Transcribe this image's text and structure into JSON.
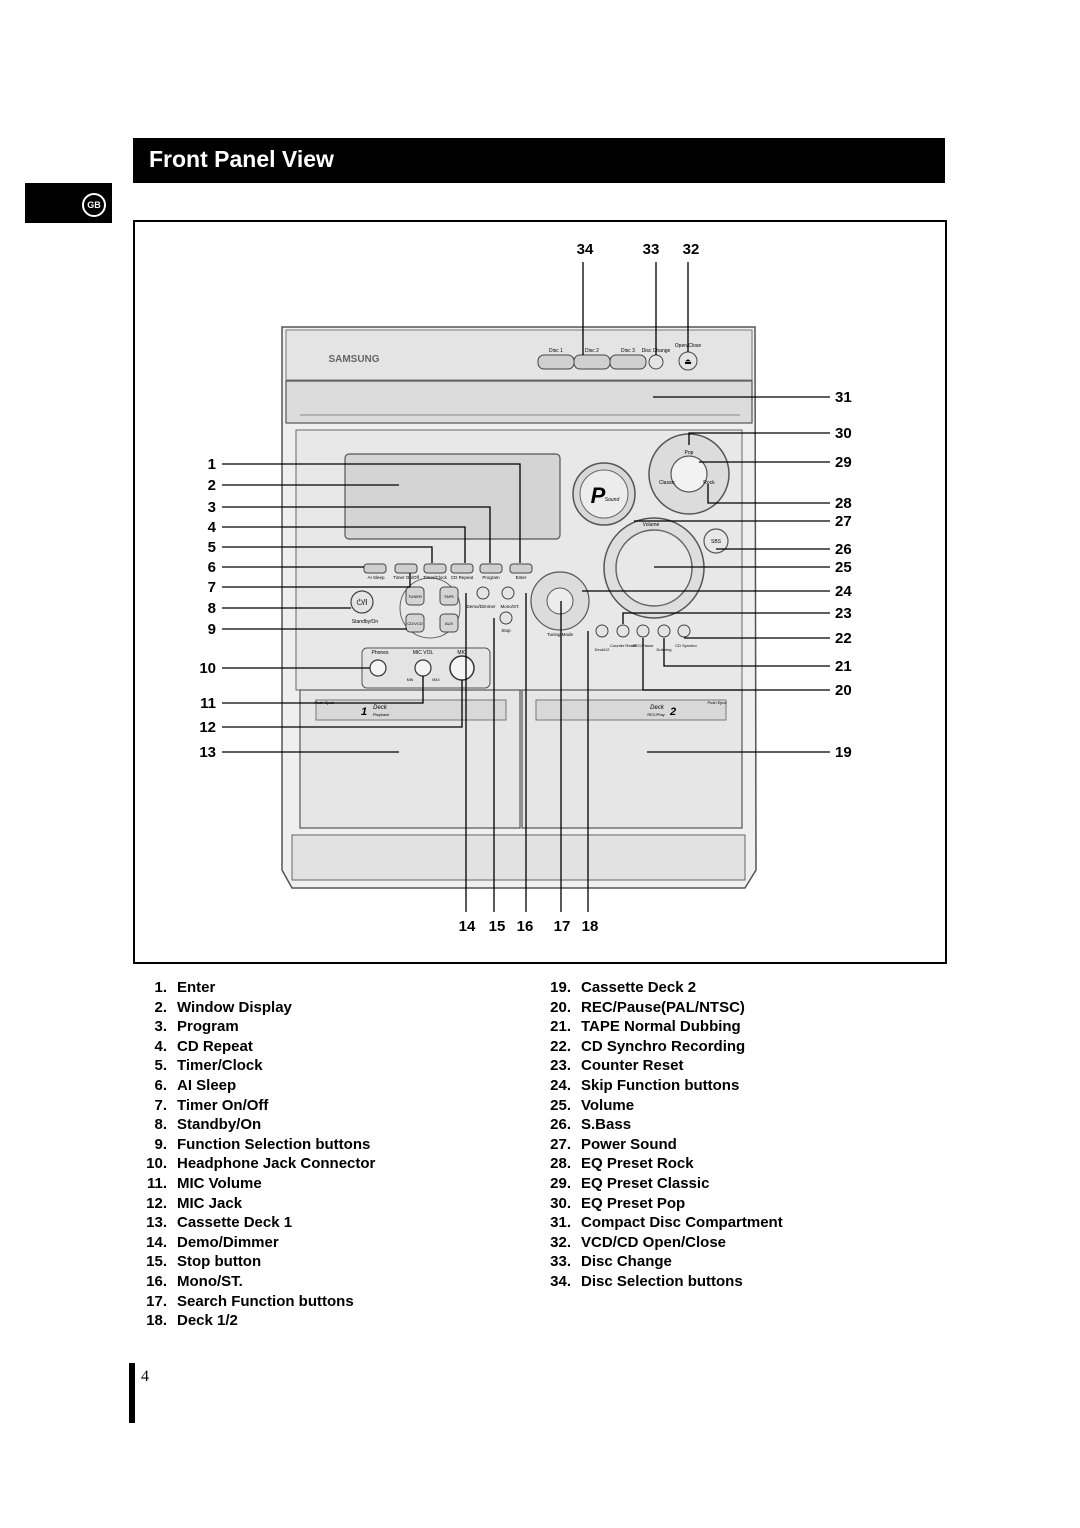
{
  "header": {
    "title": "Front Panel View",
    "language_badge": "GB"
  },
  "device": {
    "brand": "SAMSUNG",
    "disc_buttons": [
      "Disc 1",
      "Disc 2",
      "Disc 3"
    ],
    "disc_change": "Disc Change",
    "open_close": "Open/Close",
    "row_buttons": [
      "AI Sleep",
      "Timer On/Off",
      "Timer/Clock",
      "CD Repeat",
      "Program",
      "Enter"
    ],
    "standby_on": "Standby/On",
    "power_symbol": "⏻/I",
    "function_buttons": [
      "TUNER",
      "TAPE",
      "CD/VCD",
      "AUX"
    ],
    "p_sound": "P",
    "p_sound_sub": "Sound",
    "eq_buttons": [
      "Pop",
      "Classic",
      "Rock"
    ],
    "volume": "Volume",
    "sbass": "SBS",
    "demo_dimmer": "Demo/Dimmer",
    "mono_st": "Mono/ST.",
    "stop": "Stop",
    "tuning_mode": "Tuning Mode",
    "deck_buttons": [
      "Deck1/2",
      "Counter Reset",
      "REC/Pause",
      "Dubbing",
      "CD Synchro"
    ],
    "phones": "Phones",
    "mic_vol": "MIC VOL",
    "mic": "MIC",
    "min_label": "MIN",
    "max_label": "MAX",
    "deck1_num": "1",
    "deck1_label": "Deck",
    "deck1_sub": "Playback",
    "deck2_num": "2",
    "deck2_label": "Deck",
    "deck2_sub": "REC/Play",
    "push_eject": "Push Eject"
  },
  "callouts": {
    "left": [
      "1",
      "2",
      "3",
      "4",
      "5",
      "6",
      "7",
      "8",
      "9",
      "10",
      "11",
      "12",
      "13"
    ],
    "top": [
      "34",
      "33",
      "32"
    ],
    "right": [
      "31",
      "30",
      "29",
      "28",
      "27",
      "26",
      "25",
      "24",
      "23",
      "22",
      "21",
      "20",
      "19"
    ],
    "bottom": [
      "14",
      "15",
      "16",
      "17",
      "18"
    ]
  },
  "legend_left": [
    {
      "n": "1.",
      "label": "Enter"
    },
    {
      "n": "2.",
      "label": "Window Display"
    },
    {
      "n": "3.",
      "label": "Program"
    },
    {
      "n": "4.",
      "label": "CD Repeat"
    },
    {
      "n": "5.",
      "label": "Timer/Clock"
    },
    {
      "n": "6.",
      "label": "AI Sleep"
    },
    {
      "n": "7.",
      "label": "Timer On/Off"
    },
    {
      "n": "8.",
      "label": "Standby/On"
    },
    {
      "n": "9.",
      "label": "Function Selection buttons"
    },
    {
      "n": "10.",
      "label": "Headphone Jack Connector"
    },
    {
      "n": "11.",
      "label": "MIC Volume"
    },
    {
      "n": "12.",
      "label": "MIC Jack"
    },
    {
      "n": "13.",
      "label": "Cassette Deck 1"
    },
    {
      "n": "14.",
      "label": "Demo/Dimmer"
    },
    {
      "n": "15.",
      "label": "Stop button"
    },
    {
      "n": "16.",
      "label": "Mono/ST."
    },
    {
      "n": "17.",
      "label": "Search Function buttons"
    },
    {
      "n": "18.",
      "label": "Deck 1/2"
    }
  ],
  "legend_right": [
    {
      "n": "19.",
      "label": "Cassette Deck 2"
    },
    {
      "n": "20.",
      "label": "REC/Pause(PAL/NTSC)"
    },
    {
      "n": "21.",
      "label": "TAPE Normal Dubbing"
    },
    {
      "n": "22.",
      "label": "CD Synchro Recording"
    },
    {
      "n": "23.",
      "label": "Counter Reset"
    },
    {
      "n": "24.",
      "label": "Skip Function buttons"
    },
    {
      "n": "25.",
      "label": "Volume"
    },
    {
      "n": "26.",
      "label": "S.Bass"
    },
    {
      "n": "27.",
      "label": "Power Sound"
    },
    {
      "n": "28.",
      "label": "EQ Preset Rock"
    },
    {
      "n": "29.",
      "label": "EQ Preset Classic"
    },
    {
      "n": "30.",
      "label": "EQ Preset Pop"
    },
    {
      "n": "31.",
      "label": "Compact Disc Compartment"
    },
    {
      "n": "32.",
      "label": "VCD/CD Open/Close"
    },
    {
      "n": "33.",
      "label": "Disc Change"
    },
    {
      "n": "34.",
      "label": "Disc Selection buttons"
    }
  ],
  "footer": {
    "page_number": "4"
  }
}
